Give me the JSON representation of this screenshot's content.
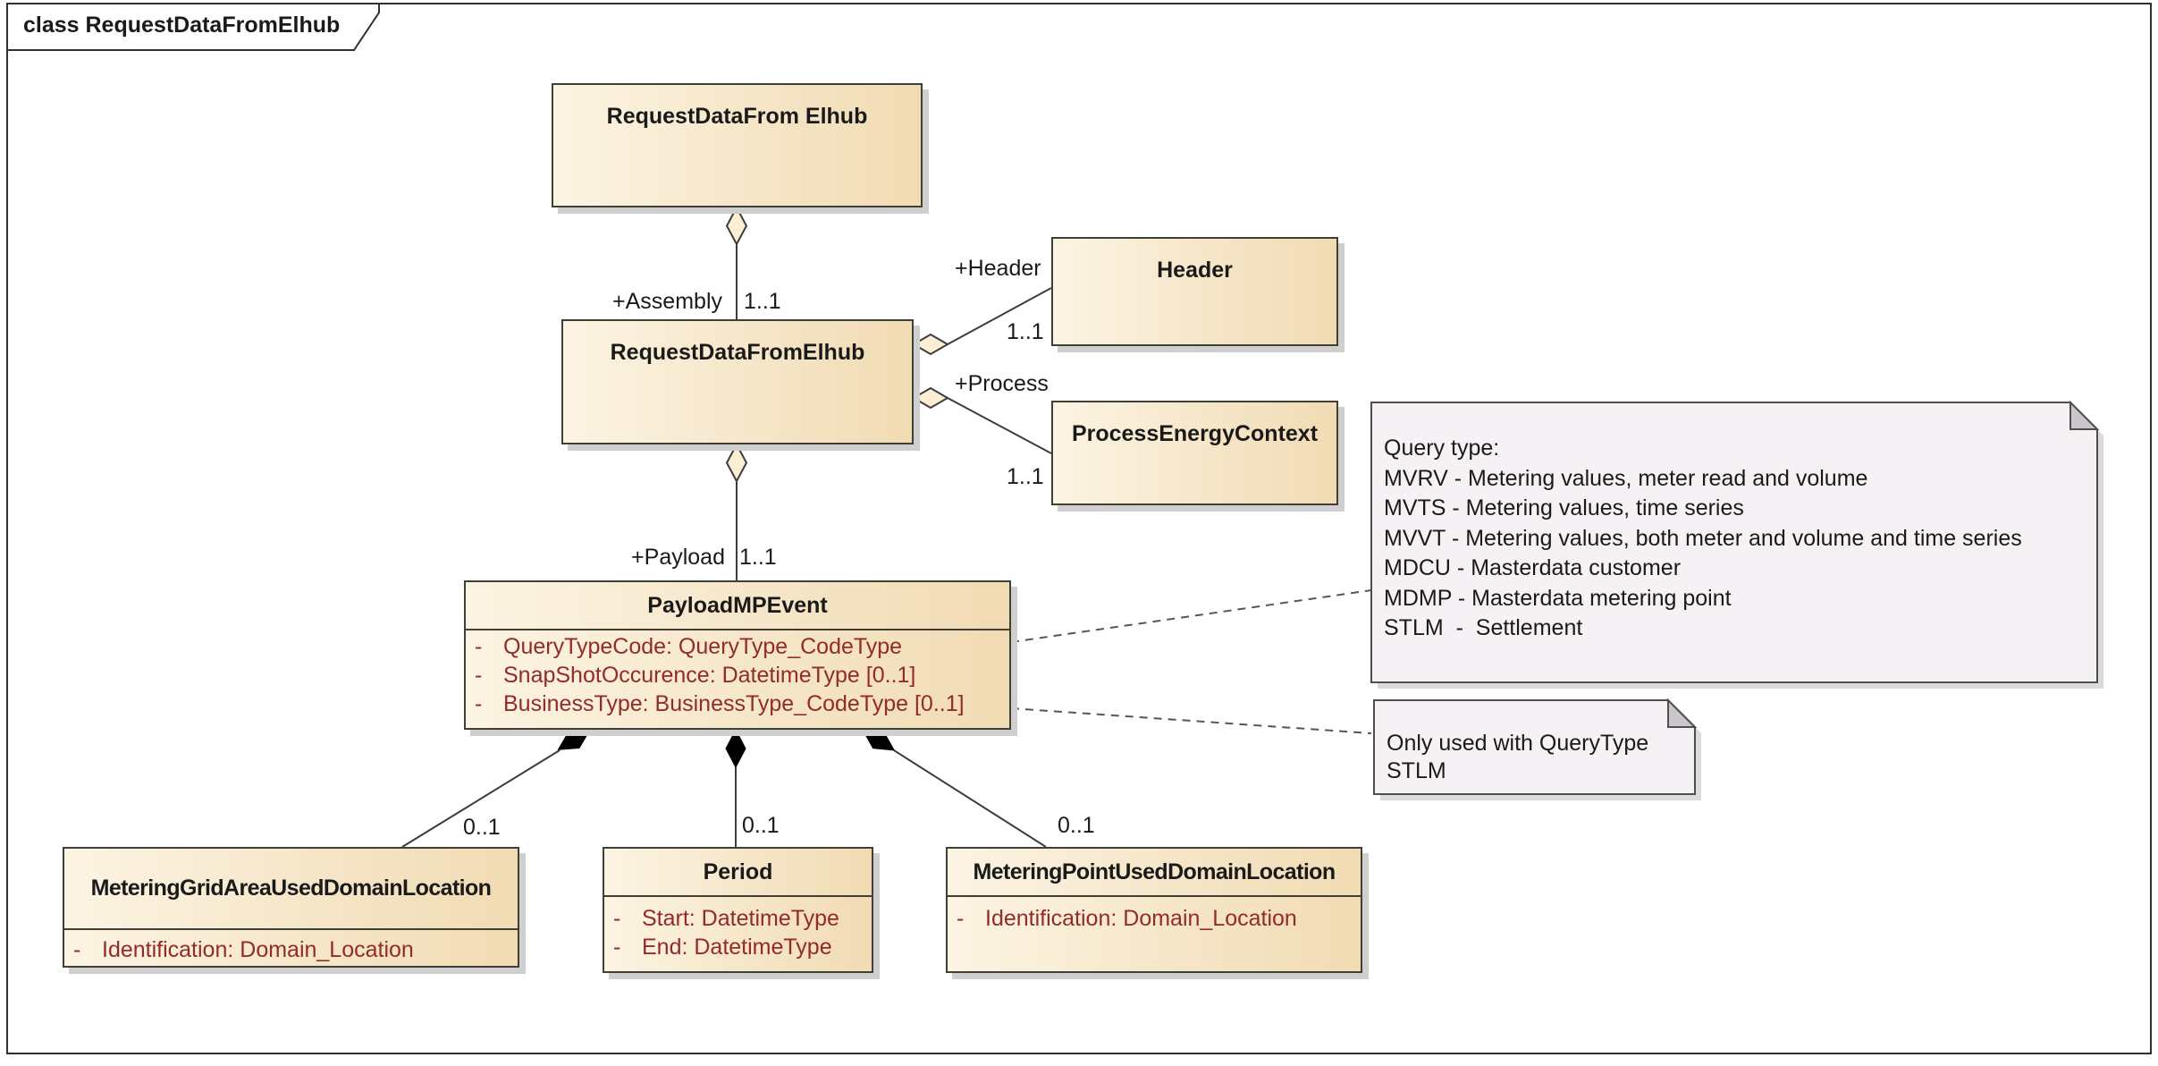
{
  "frame": {
    "title": "class RequestDataFromElhub"
  },
  "classes": {
    "top": {
      "name": "RequestDataFrom Elhub"
    },
    "mid": {
      "name": "RequestDataFromElhub"
    },
    "header": {
      "name": "Header"
    },
    "pec": {
      "name": "ProcessEnergyContext"
    },
    "payload": {
      "name": "PayloadMPEvent",
      "attrs": [
        {
          "vis": "-",
          "text": "QueryTypeCode: QueryType_CodeType"
        },
        {
          "vis": "-",
          "text": "SnapShotOccurence: DatetimeType [0..1]"
        },
        {
          "vis": "-",
          "text": "BusinessType: BusinessType_CodeType [0..1]"
        }
      ]
    },
    "mga": {
      "name": "MeteringGridAreaUsedDomainLocation",
      "attrs": [
        {
          "vis": "-",
          "text": "Identification: Domain_Location"
        }
      ]
    },
    "period": {
      "name": "Period",
      "attrs": [
        {
          "vis": "-",
          "text": "Start: DatetimeType"
        },
        {
          "vis": "-",
          "text": "End: DatetimeType"
        }
      ]
    },
    "mpu": {
      "name": "MeteringPointUsedDomainLocation",
      "attrs": [
        {
          "vis": "-",
          "text": "Identification: Domain_Location"
        }
      ]
    }
  },
  "relationships": {
    "assembly": {
      "role": "+Assembly",
      "mult": "1..1"
    },
    "header": {
      "role": "+Header",
      "mult": "1..1"
    },
    "process": {
      "role": "+Process",
      "mult": "1..1"
    },
    "payload": {
      "role": "+Payload",
      "mult": "1..1"
    },
    "mga": {
      "mult": "0..1"
    },
    "period": {
      "mult": "0..1"
    },
    "mpu": {
      "mult": "0..1"
    }
  },
  "notes": {
    "query_type": {
      "lines": [
        "Query type:",
        "MVRV - Metering values, meter read and volume",
        "MVTS - Metering values, time series",
        "MVVT - Metering values, both meter and volume and time series",
        "MDCU - Masterdata customer",
        "MDMP - Masterdata metering point",
        "STLM  -  Settlement"
      ]
    },
    "stlm": {
      "lines": [
        "Only used with QueryType",
        "STLM"
      ]
    }
  },
  "colors": {
    "class_fill_left": "#fcf4e3",
    "class_fill_right": "#f1dbb3",
    "class_border": "#403f36",
    "attribute_text": "#932b28",
    "note_fill": "#f5f1f5",
    "note_fold": "#cbc6cb",
    "note_border": "#4e4e4e",
    "connector": "#3c3c3c",
    "shadow": "#cfcfcf",
    "diamond_fill": "#fbeed3",
    "text": "#1a1a1a"
  }
}
